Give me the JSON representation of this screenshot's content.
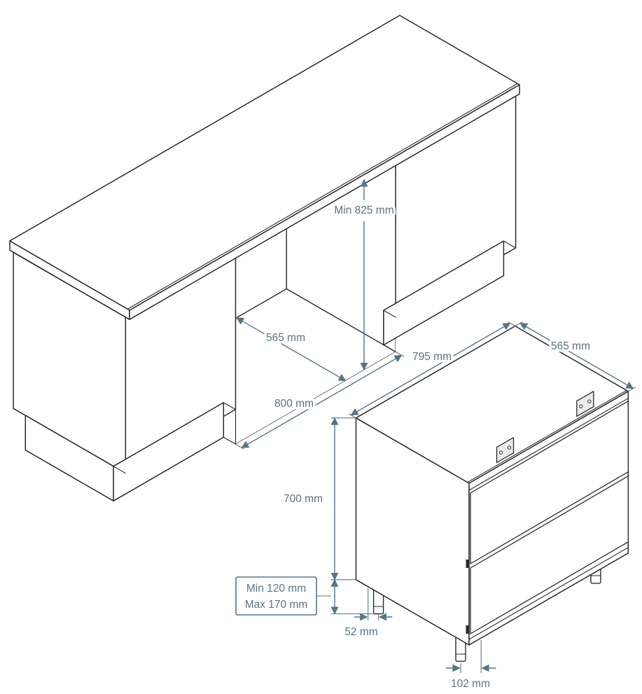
{
  "diagram": {
    "cutout": {
      "height_label": "Min 825 mm",
      "depth_label": "565 mm",
      "width_label": "800 mm"
    },
    "appliance": {
      "width_label": "795 mm",
      "depth_label": "565 mm",
      "height_label": "700 mm",
      "feet_min_label": "Min 120 mm",
      "feet_max_label": "Max 170 mm",
      "foot_side_label": "52 mm",
      "foot_front_label": "102 mm"
    },
    "colors": {
      "line": "#2a2a2a",
      "dimension": "#567585"
    }
  }
}
